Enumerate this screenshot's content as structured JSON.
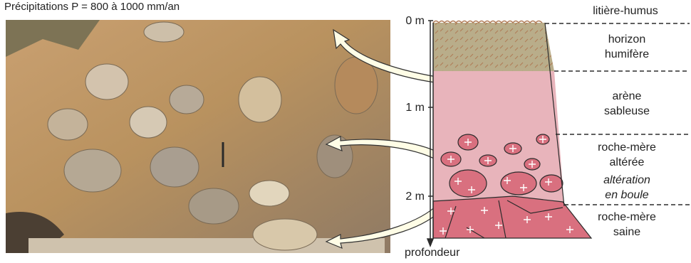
{
  "header": {
    "caption": "Précipitations P = 800 à 1000 mm/an"
  },
  "photo": {
    "description_icon": "rock-outcrop-photo"
  },
  "column": {
    "depth_ticks": [
      "0 m",
      "1 m",
      "2 m"
    ],
    "axis_label": "profondeur",
    "layers": [
      {
        "label_lines": [
          "litière-humus"
        ],
        "italic": false
      },
      {
        "label_lines": [
          "horizon",
          "humifère"
        ],
        "italic": false
      },
      {
        "label_lines": [
          "arène",
          "sableuse"
        ],
        "italic": false
      },
      {
        "label_lines": [
          "roche-mère",
          "altérée"
        ],
        "italic": false,
        "extra_lines": [
          "altération",
          "en boule"
        ]
      },
      {
        "label_lines": [
          "roche-mère",
          "saine"
        ],
        "italic": false
      }
    ]
  },
  "colors": {
    "humus": "#b9ad8a",
    "arene": "#e8b4bb",
    "rock": "#d9707f",
    "dash": "#b07a55"
  }
}
